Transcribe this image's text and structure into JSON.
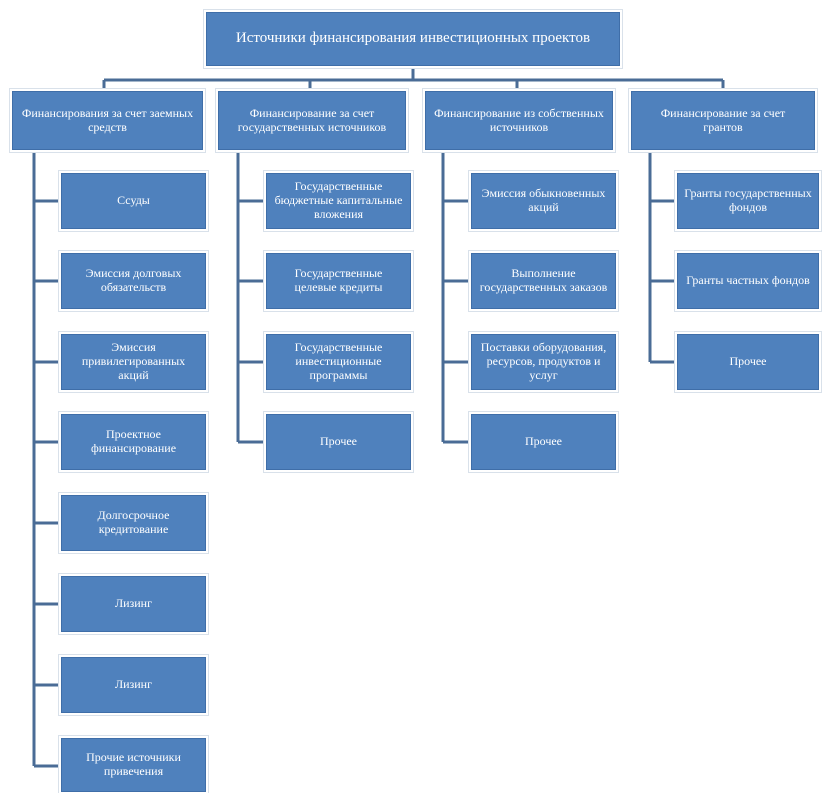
{
  "diagram": {
    "root": "Источники финансирования инвестиционных проектов",
    "categories": [
      {
        "label": "Финансирования за счет заемных средств",
        "items": [
          "Ссуды",
          "Эмиссия долговых обязательств",
          "Эмиссия привилегированных акций",
          "Проектное финансирование",
          "Долгосрочное кредитование",
          "Лизинг",
          "Лизинг",
          "Прочие источники привечения"
        ]
      },
      {
        "label": "Финансирование за счет государственных источников",
        "items": [
          "Государственные бюджетные капитальные вложения",
          "Государственные целевые кредиты",
          "Государственные инвестиционные программы",
          "Прочее"
        ]
      },
      {
        "label": "Финансирование из собственных источников",
        "items": [
          "Эмиссия обыкновенных акций",
          "Выполнение государственных заказов",
          "Поставки оборудования, ресурсов, продуктов и услуг",
          "Прочее"
        ]
      },
      {
        "label": "Финансирование за счет грантов",
        "items": [
          "Гранты государственных фондов",
          "Гранты частных фондов",
          "Прочее"
        ]
      }
    ]
  },
  "colors": {
    "box_fill": "#4f81bd",
    "box_border": "#3f6ea8",
    "connector": "#4a6c96",
    "text": "#ffffff"
  }
}
